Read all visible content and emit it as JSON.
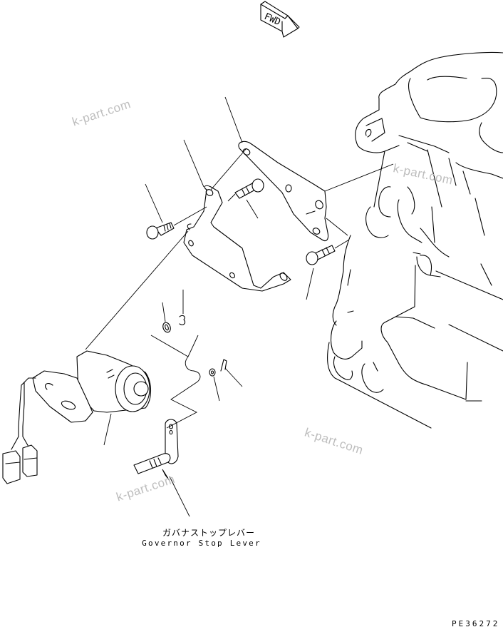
{
  "diagram": {
    "type": "exploded-parts-illustration",
    "direction_marker": {
      "label": "FWD"
    },
    "callout": {
      "label_jp": "ガバナストップレバー",
      "label_en": "Governor Stop Lever"
    },
    "figure_number": "PE36272",
    "watermarks": [
      {
        "text": "k-part.com"
      },
      {
        "text": "k-part.com"
      },
      {
        "text": "k-part.com"
      },
      {
        "text": "k-part.com"
      }
    ],
    "parts": [
      {
        "name": "engine-block"
      },
      {
        "name": "upper-bracket"
      },
      {
        "name": "lower-bracket"
      },
      {
        "name": "bolt-left"
      },
      {
        "name": "bolt-center"
      },
      {
        "name": "bolt-right"
      },
      {
        "name": "stop-motor-solenoid"
      },
      {
        "name": "connector-harness"
      },
      {
        "name": "washer"
      },
      {
        "name": "snap-ring"
      },
      {
        "name": "small-washer"
      },
      {
        "name": "cotter-pin"
      },
      {
        "name": "governor-stop-lever"
      }
    ],
    "colors": {
      "line": "#000000",
      "background": "#ffffff",
      "watermark": "#bdbdbd"
    }
  }
}
